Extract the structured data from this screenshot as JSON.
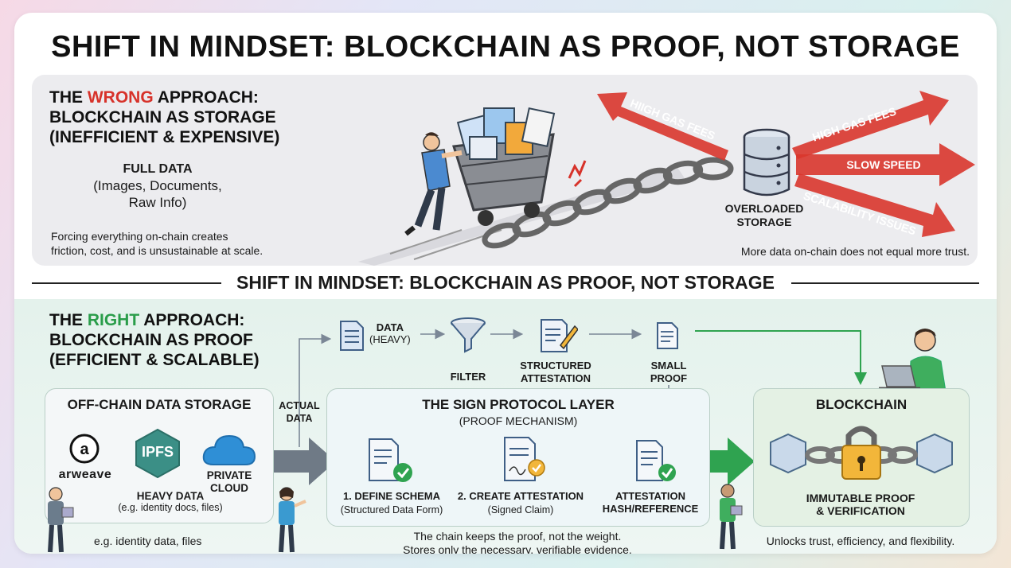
{
  "title": "SHIFT IN MINDSET: BLOCKCHAIN AS PROOF, NOT STORAGE",
  "wrong": {
    "heading_pre": "THE ",
    "heading_highlight": "WRONG",
    "heading_post": " APPROACH:",
    "heading_line2": "BLOCKCHAIN AS STORAGE",
    "heading_line3": "(INEFFICIENT & EXPENSIVE)",
    "full_data_title": "FULL DATA",
    "full_data_line1": "(Images, Documents,",
    "full_data_line2": "Raw Info)",
    "footnote_line1": "Forcing everything on-chain creates",
    "footnote_line2": "friction, cost, and is unsustainable at scale.",
    "storage_label_line1": "OVERLOADED",
    "storage_label_line2": "STORAGE",
    "arrows": [
      "HIIGH GAS FEES",
      "HIGH GAS FEES",
      "SLOW SPEED",
      "SCALABILITY ISSUES"
    ],
    "right_note": "More data on-chain does not equal more trust.",
    "arrow_color": "#d9362c"
  },
  "divider_title": "SHIFT IN MINDSET: BLOCKCHAIN AS PROOF, NOT STORAGE",
  "right": {
    "heading_pre": "THE ",
    "heading_highlight": "RIGHT",
    "heading_post": " APPROACH:",
    "heading_line2": "BLOCKCHAIN AS PROOF",
    "heading_line3": "(EFFICIENT & SCALABLE)",
    "flow": {
      "data_line1": "DATA",
      "data_line2": "(HEAVY)",
      "filter": "FILTER",
      "structured_line1": "STRUCTURED",
      "structured_line2": "ATTESTATION",
      "small_line1": "SMALL",
      "small_line2": "PROOF"
    },
    "offchain": {
      "title": "OFF-CHAIN DATA STORAGE",
      "arweave": "arweave",
      "ipfs": "IPFS",
      "private_line1": "PRIVATE",
      "private_line2": "CLOUD",
      "heavy_title": "HEAVY DATA",
      "heavy_sub": "(e.g. identity docs, files)",
      "note": "e.g. identity data, files"
    },
    "actual_data_line1": "ACTUAL",
    "actual_data_line2": "DATA",
    "sign": {
      "title": "THE SIGN PROTOCOL LAYER",
      "subtitle": "(PROOF MECHANISM)",
      "step1_title": "1. DEFINE SCHEMA",
      "step1_sub": "(Structured Data Form)",
      "step2_title": "2. CREATE ATTESTATION",
      "step2_sub": "(Signed Claim)",
      "step3_line1": "ATTESTATION",
      "step3_line2": "HASH/REFERENCE",
      "note_line1": "The chain keeps the proof, not the weight.",
      "note_line2": "Stores only the necessary, verifiable evidence."
    },
    "blockchain": {
      "title": "BLOCKCHAIN",
      "label_line1": "IMMUTABLE PROOF",
      "label_line2": "& VERIFICATION",
      "note": "Unlocks trust, efficiency, and flexibility."
    },
    "accent_green": "#2fa350",
    "ipfs_color": "#3b8f86",
    "cloud_color": "#2f8fd6"
  }
}
